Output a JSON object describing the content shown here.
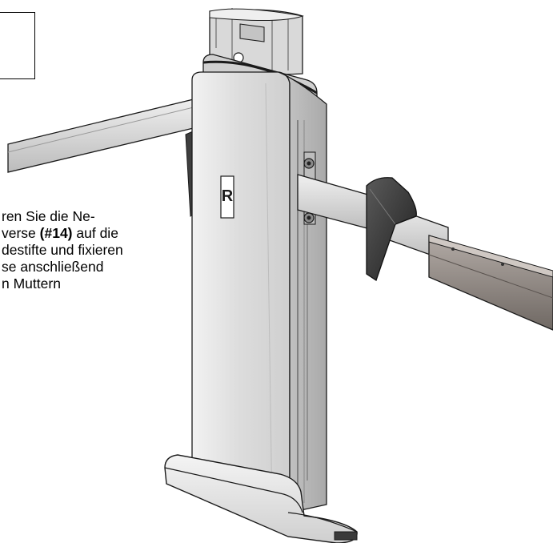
{
  "instruction": {
    "line1": "ren Sie die Ne-",
    "line2_pre": "verse ",
    "line2_ref": "(#14)",
    "line2_post": " auf die",
    "line3": "destifte und fixieren",
    "line4": "se anschließend",
    "line5": "n Muttern"
  },
  "logo": {
    "letter": "R"
  },
  "colors": {
    "metal_light": "#e6e6e6",
    "metal_mid": "#bdbdbd",
    "metal_dark": "#7a7a7a",
    "cap_dark": "#3a3a3a",
    "crossbar_dark": "#8d8580",
    "outline": "#1a1a1a"
  }
}
